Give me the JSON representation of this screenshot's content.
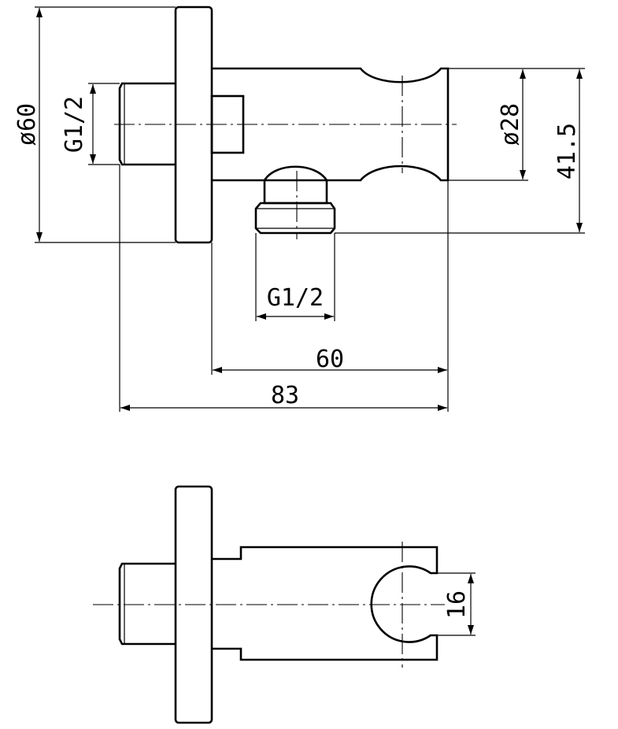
{
  "top_view": {
    "dimensions": {
      "flange_diameter": "ø60",
      "inlet_thread": "G1/2",
      "outlet_thread": "G1/2",
      "body_diameter": "ø28",
      "height_to_outlet": "41.5",
      "body_length": "60",
      "overall_length": "83"
    }
  },
  "side_view": {
    "dimensions": {
      "holder_opening": "16"
    }
  }
}
